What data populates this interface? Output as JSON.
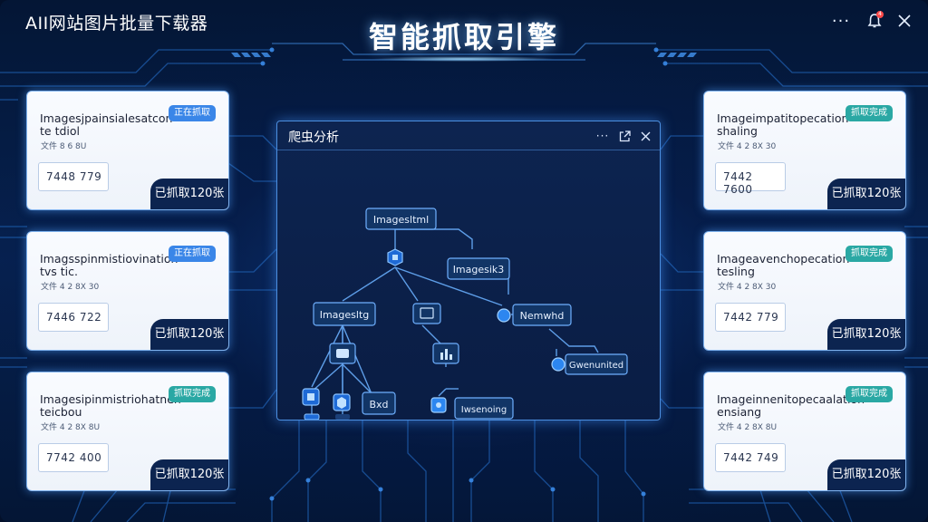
{
  "app": {
    "title": "AII网站图片批量下载器",
    "main_title": "智能抓取引擎",
    "badge_count": "4"
  },
  "colors": {
    "accent": "#4c8fe0",
    "card_footer": "#0c2450",
    "tag_blue": "#3a86e8",
    "tag_teal": "#2aa8a4"
  },
  "icons": {
    "more": "more-dots-icon",
    "notification": "bell-icon",
    "close": "close-icon"
  },
  "cards_left": [
    {
      "name_l1": "Imagesjpainsialesatcon",
      "name_l2": "te tdiol",
      "meta": "文件 8 6 8U",
      "id": "7448 779",
      "tag": "正在抓取",
      "count": "已抓取120张"
    },
    {
      "name_l1": "Imagsspinmistiovination",
      "name_l2": "tvs tic.",
      "meta": "文件 4 2 8X 30",
      "id": "7446 722",
      "tag": "正在抓取",
      "count": "已抓取120张"
    },
    {
      "name_l1": "Imagesipinmistriohatnen",
      "name_l2": "teicbou",
      "meta": "文件 4 2 8X 8U",
      "id": "7742 400",
      "tag": "抓取完成",
      "count": "已抓取120张"
    }
  ],
  "cards_right": [
    {
      "name_l1": "Imageimpatitopecation",
      "name_l2": "shaling",
      "meta": "文件 4 2 8X 30",
      "id": "7442 7600",
      "tag": "抓取完成",
      "count": "已抓取120张"
    },
    {
      "name_l1": "Imageavenchopecation",
      "name_l2": "tesling",
      "meta": "文件 4 2 8X 30",
      "id": "7442 779",
      "tag": "抓取完成",
      "count": "已抓取120张"
    },
    {
      "name_l1": "Imageinnenitopecaalation",
      "name_l2": "ensiang",
      "meta": "文件 4 2 8X 8U",
      "id": "7442 749",
      "tag": "抓取完成",
      "count": "已抓取120张"
    }
  ],
  "panel": {
    "title": "爬虫分析",
    "nodes": {
      "root": "Imagesltml",
      "branch_right": "Imagesik3",
      "branch_left": "Imagesltg",
      "node_r2": "Nemwhd",
      "node_r3": "Gwenunited",
      "leaf_bxd": "Bxd",
      "leaf_wv": "Iwsenoing"
    }
  }
}
